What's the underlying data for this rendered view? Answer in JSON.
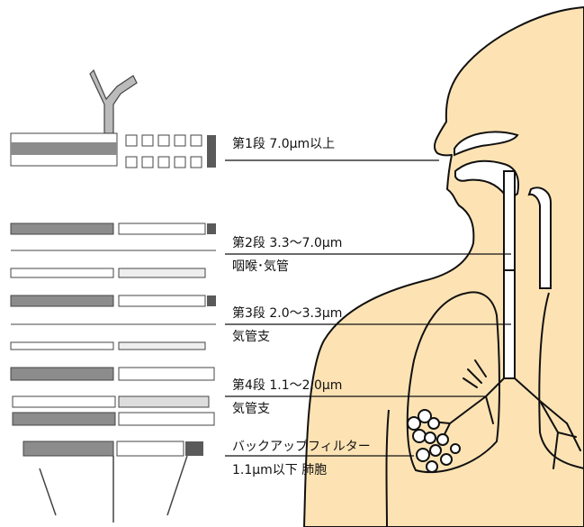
{
  "stages": [
    {
      "id": "s1",
      "label": "第1段 7.0μm以上",
      "region": ""
    },
    {
      "id": "s2",
      "label": "第2段 3.3～7.0μm",
      "region": "咽喉･気管"
    },
    {
      "id": "s3",
      "label": "第3段 2.0～3.3μm",
      "region": "気管支"
    },
    {
      "id": "s4",
      "label": "第4段 1.1～2.0μm",
      "region": "気管支"
    },
    {
      "id": "s5",
      "label": "バックアップフィルター",
      "region": "1.1μm以下 肺胞"
    }
  ],
  "colors": {
    "body_fill": "#fde3b4",
    "outline": "#111111",
    "apparatus_gray": "#8c8c8c",
    "apparatus_dark": "#5a5a5a"
  }
}
